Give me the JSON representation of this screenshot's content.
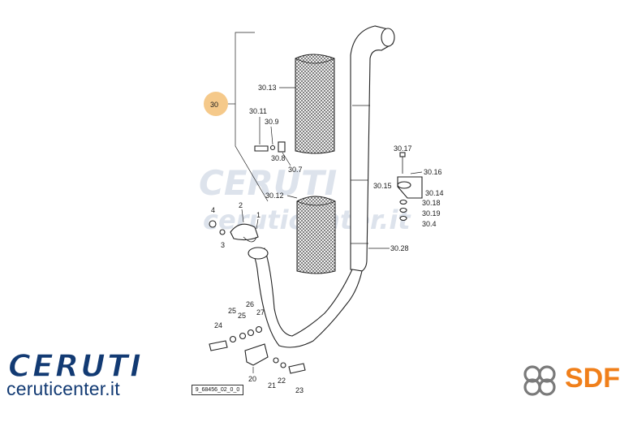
{
  "diagram": {
    "labels": {
      "group": "30",
      "p30_13": "30.13",
      "p30_11": "30.11",
      "p30_9": "30.9",
      "p30_8": "30.8",
      "p30_7": "30.7",
      "p30_12": "30.12",
      "p30_17": "30.17",
      "p30_16": "30.16",
      "p30_15": "30.15",
      "p30_14": "30.14",
      "p30_18": "30.18",
      "p30_19": "30.19",
      "p30_4": "30.4",
      "p30_28": "30.28",
      "p1": "1",
      "p2": "2",
      "p3": "3",
      "p4": "4",
      "p20": "20",
      "p21": "21",
      "p22": "22",
      "p23": "23",
      "p24": "24",
      "p25a": "25",
      "p25b": "25",
      "p26": "26",
      "p27": "27"
    },
    "reference_code": "9_68456_02_0_0"
  },
  "branding": {
    "ceruti_logo_text": "CERUTI",
    "ceruti_site": "ceruticenter.it",
    "sdf_logo_text": "SDF",
    "watermark_top": "CERUTI",
    "watermark_bottom": "ceruticenter.it",
    "accent_color": "#f5c98a",
    "ceruti_color": "#123a73",
    "sdf_color": "#f07f1a"
  }
}
